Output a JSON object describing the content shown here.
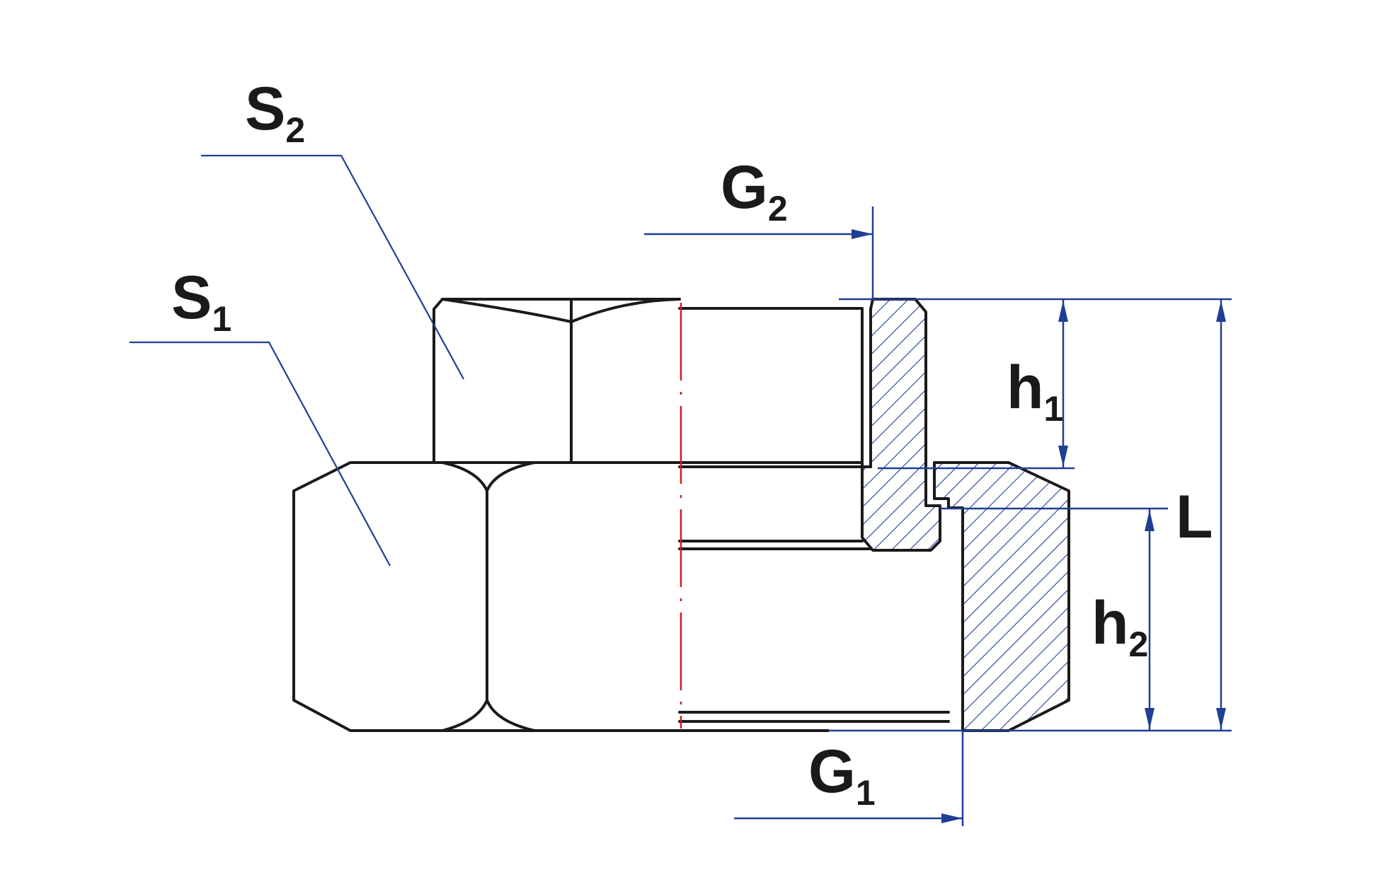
{
  "title": "Reducing hex nipple — technical drawing",
  "colors": {
    "outline": "#1a1a1a",
    "dimension": "#1f3f94",
    "centerline": "#cc1f1f",
    "hatch": "#1f3f94",
    "background": "#ffffff"
  },
  "labels": {
    "s1": {
      "main": "S",
      "sub": "1"
    },
    "s2": {
      "main": "S",
      "sub": "2"
    },
    "g1": {
      "main": "G",
      "sub": "1"
    },
    "g2": {
      "main": "G",
      "sub": "2"
    },
    "h1": {
      "main": "h",
      "sub": "1"
    },
    "h2": {
      "main": "h",
      "sub": "2"
    },
    "l": {
      "main": "L"
    }
  }
}
